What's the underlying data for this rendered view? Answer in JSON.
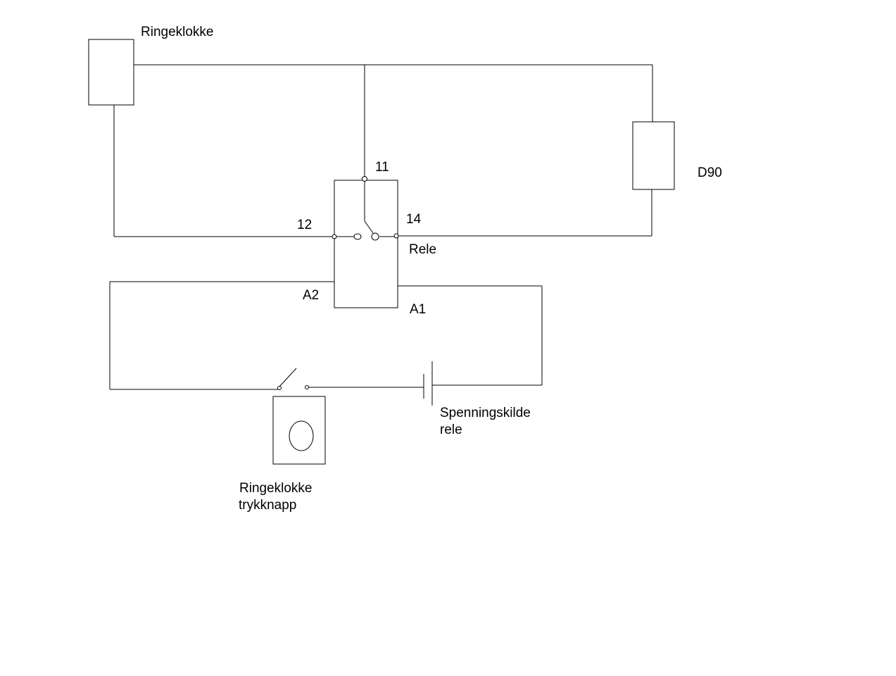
{
  "labels": {
    "ringeklokke": "Ringeklokke",
    "d90": "D90",
    "rele": "Rele",
    "t11": "11",
    "t12": "12",
    "t14": "14",
    "a1": "A1",
    "a2": "A2",
    "spenningskilde_1": "Spenningskilde",
    "spenningskilde_2": "rele",
    "trykknapp_1": "Ringeklokke",
    "trykknapp_2": "trykknapp"
  }
}
